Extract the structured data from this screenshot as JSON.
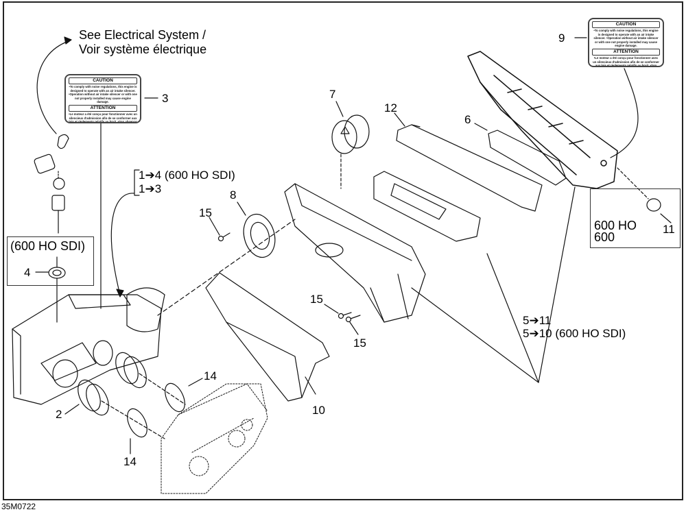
{
  "diagram": {
    "title": "Air intake silencer exploded parts diagram",
    "document_id": "35M0722",
    "reference_note": {
      "line1": "See Electrical System /",
      "line2": "Voir système électrique"
    },
    "callouts": [
      {
        "id": "c1",
        "number": "2"
      },
      {
        "id": "c2",
        "number": "3"
      },
      {
        "id": "c3",
        "number": "4"
      },
      {
        "id": "c4",
        "number": "6"
      },
      {
        "id": "c5",
        "number": "7"
      },
      {
        "id": "c6",
        "number": "8"
      },
      {
        "id": "c7",
        "number": "9"
      },
      {
        "id": "c8",
        "number": "10"
      },
      {
        "id": "c9",
        "number": "11"
      },
      {
        "id": "c10",
        "number": "12"
      },
      {
        "id": "c11",
        "number": "14"
      },
      {
        "id": "c12",
        "number": "14"
      },
      {
        "id": "c13",
        "number": "15"
      },
      {
        "id": "c14",
        "number": "15"
      },
      {
        "id": "c15",
        "number": "15"
      }
    ],
    "group_notes": {
      "left": {
        "line1": "1➔4 (600 HO SDI)",
        "line2": "1➔3"
      },
      "right": {
        "line1": "5➔11",
        "line2": "5➔10 (600 HO SDI)"
      }
    },
    "inset_boxes": {
      "sdi": {
        "label": "(600 HO SDI)"
      },
      "ho": {
        "line1": "600 HO",
        "line2": "600"
      }
    },
    "decal": {
      "caution_header": "CAUTION",
      "caution_text": "•To comply with noise regulations, this engine is designed to operate with an air intake silencer. •Operation without air intake silencer or with one not properly installed may cause engine damage.",
      "attention_header": "ATTENTION",
      "attention_text": "•Le moteur a été conçu pour fonctionner avec un silencieux d'admission afin de se conformer aux lois et règlements relatifs au bruit. •Son absence ou une mauvaise installation peut endommager le moteur."
    }
  }
}
